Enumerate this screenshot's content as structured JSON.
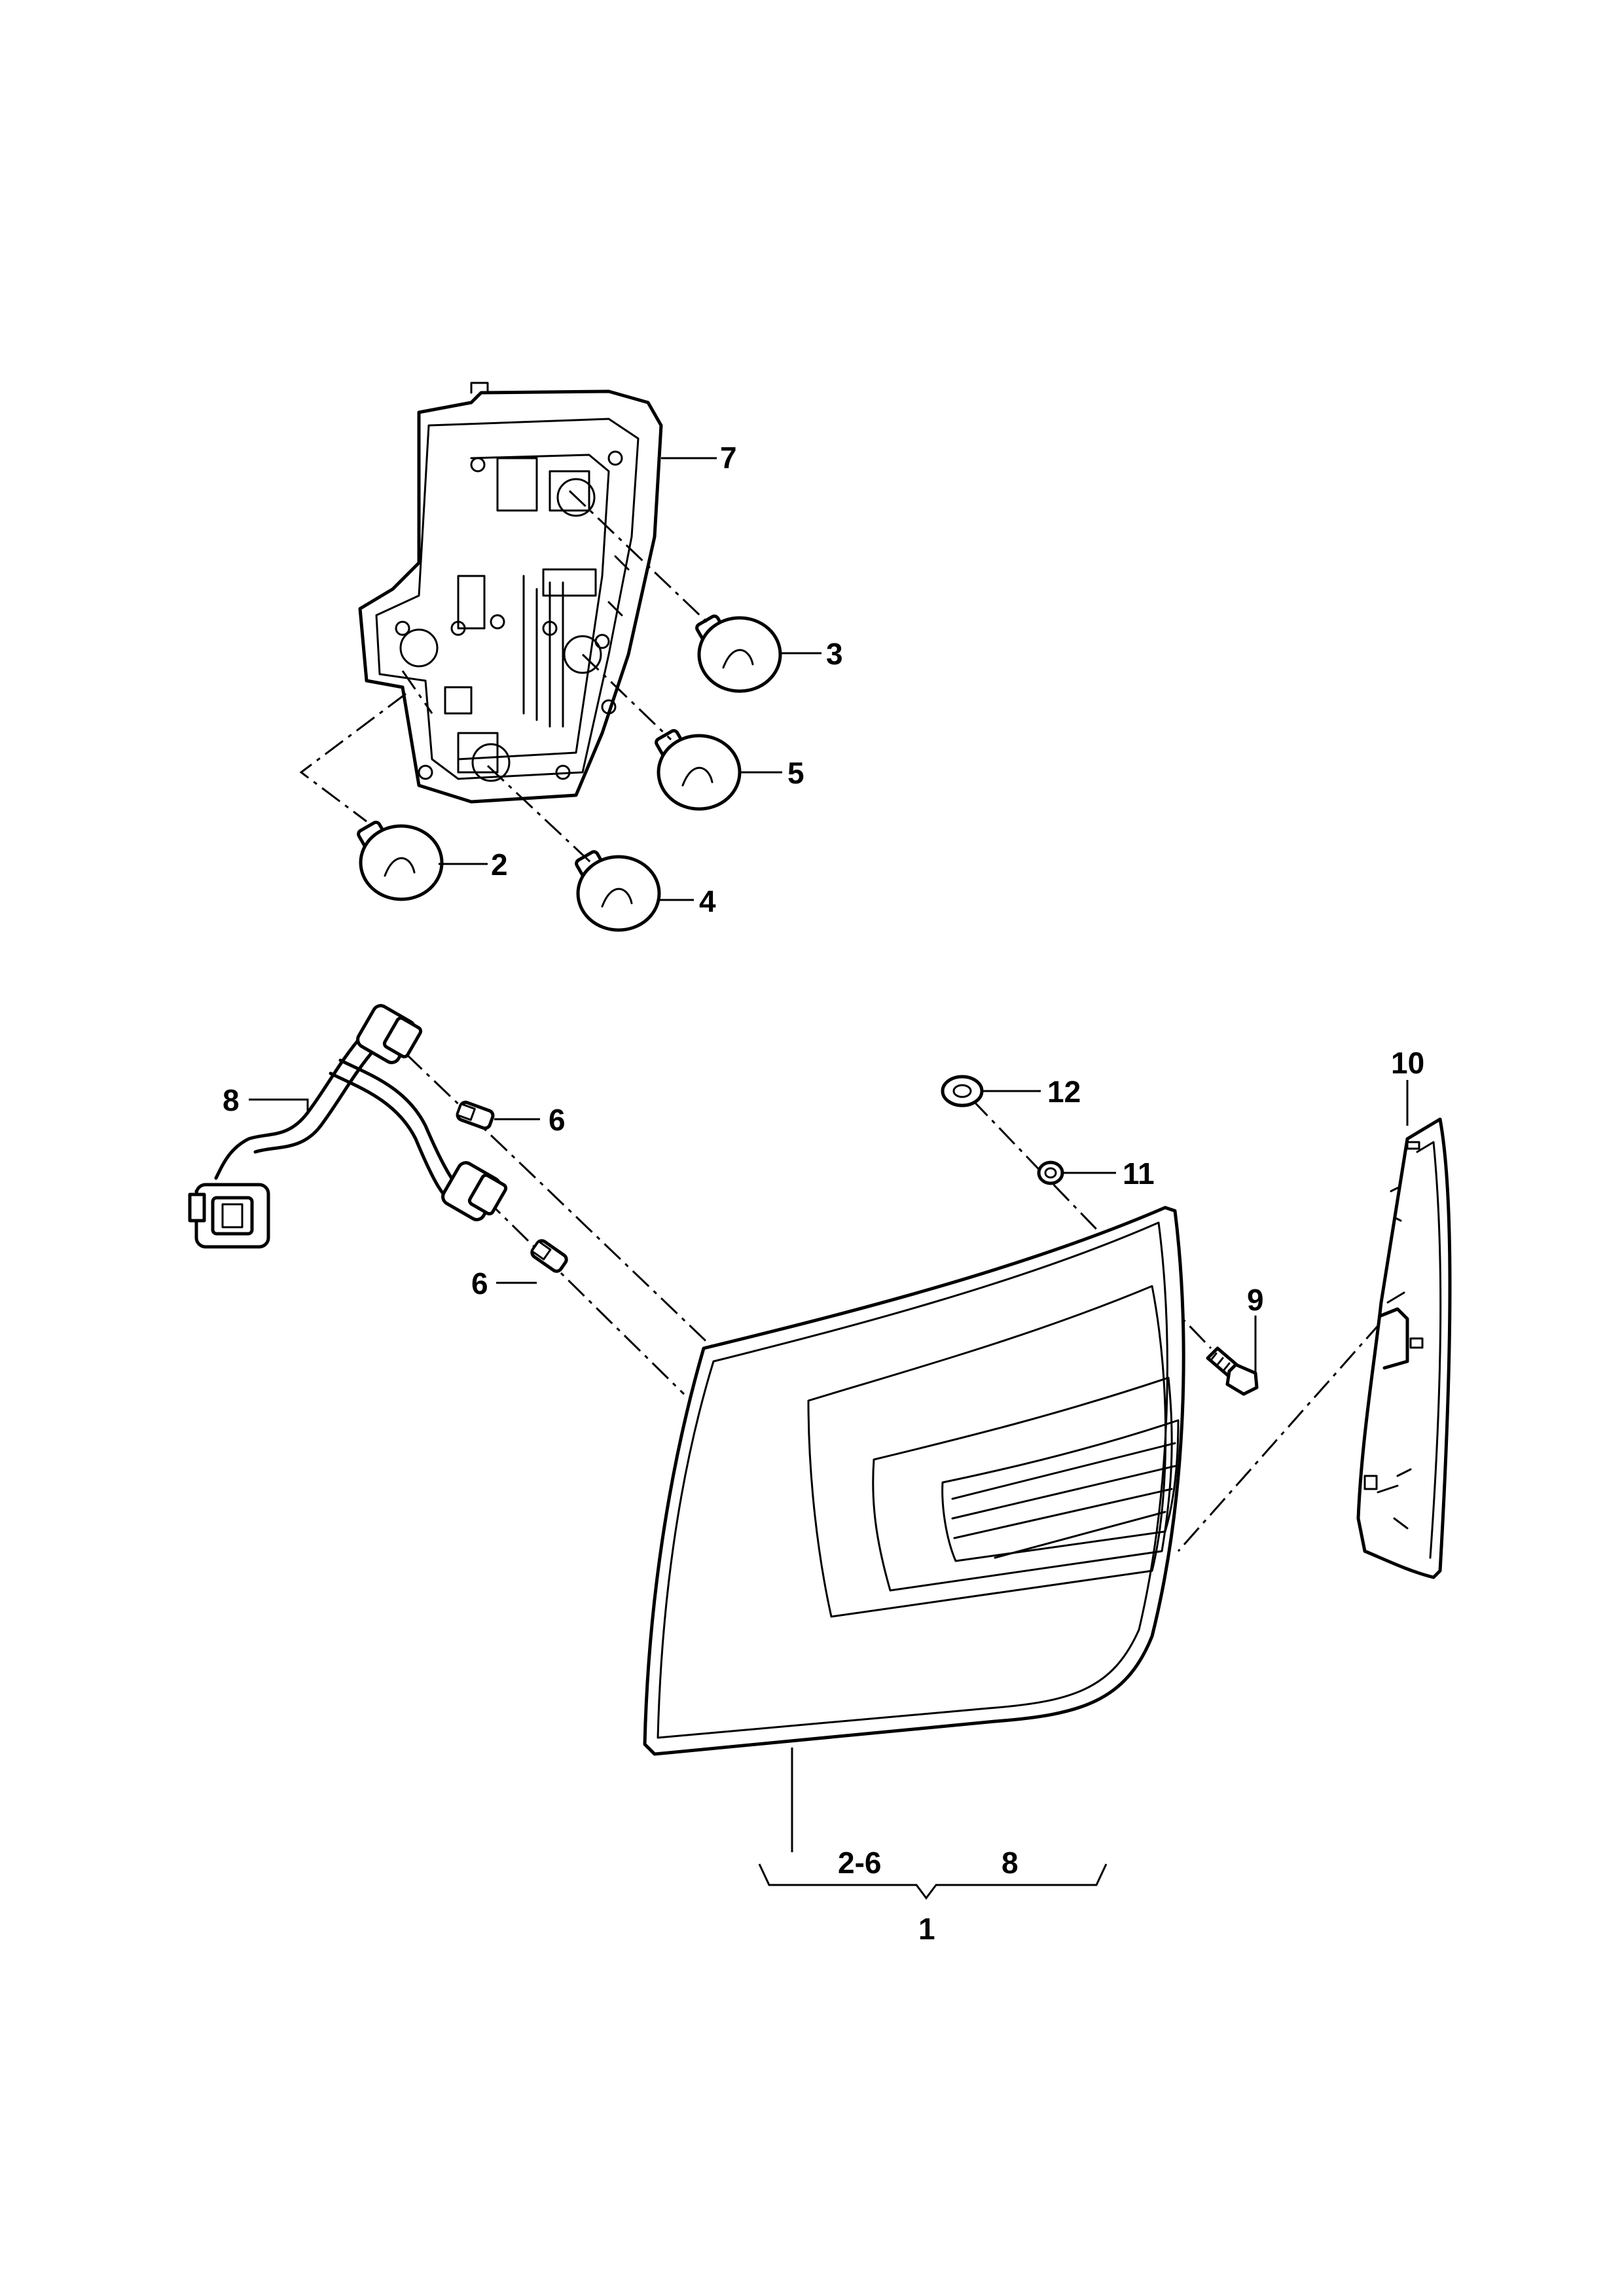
{
  "callouts": {
    "c1": "1",
    "c2": "2",
    "c2_6": "2-6",
    "c3": "3",
    "c4": "4",
    "c5": "5",
    "c6a": "6",
    "c6b": "6",
    "c7": "7",
    "c8_harness": "8",
    "c8_group": "8",
    "c9": "9",
    "c10": "10",
    "c11": "11",
    "c12": "12"
  }
}
